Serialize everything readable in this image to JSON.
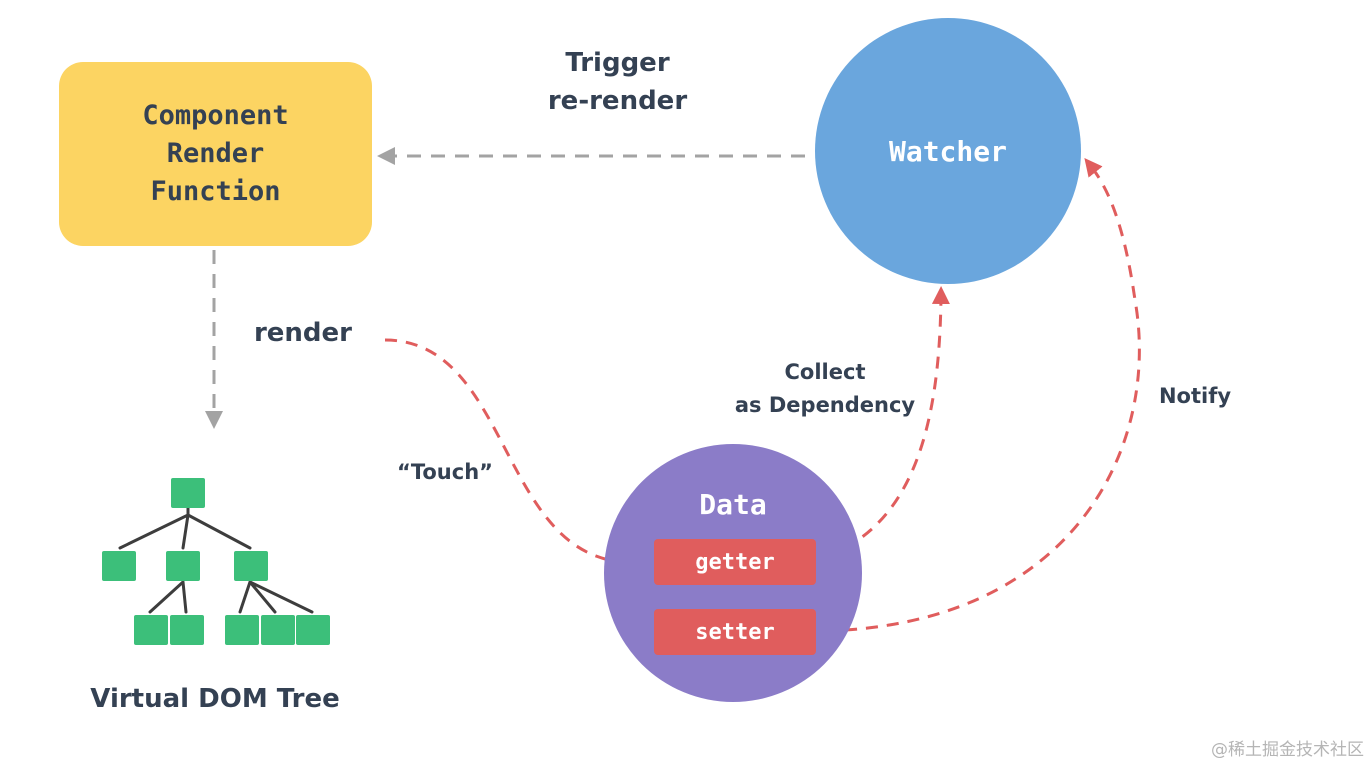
{
  "nodes": {
    "render_function": {
      "text": "Component\nRender\nFunction",
      "color": "#fcd462"
    },
    "watcher": {
      "text": "Watcher",
      "color": "#6aa6dd"
    },
    "data": {
      "title": "Data",
      "color": "#8b7cc8",
      "getter": "getter",
      "setter": "setter",
      "pill_color": "#e05d5d"
    }
  },
  "labels": {
    "trigger": "Trigger\nre-render",
    "render": "render",
    "touch": "“Touch”",
    "collect": "Collect\nas Dependency",
    "notify": "Notify",
    "vdom": "Virtual DOM Tree"
  },
  "colors": {
    "gray_arrow": "#a3a3a3",
    "red_arrow": "#e05d5d",
    "tree_node": "#3cbf7a",
    "tree_line": "#3d3d3d",
    "text": "#344153"
  },
  "watermark": "@稀土掘金技术社区"
}
